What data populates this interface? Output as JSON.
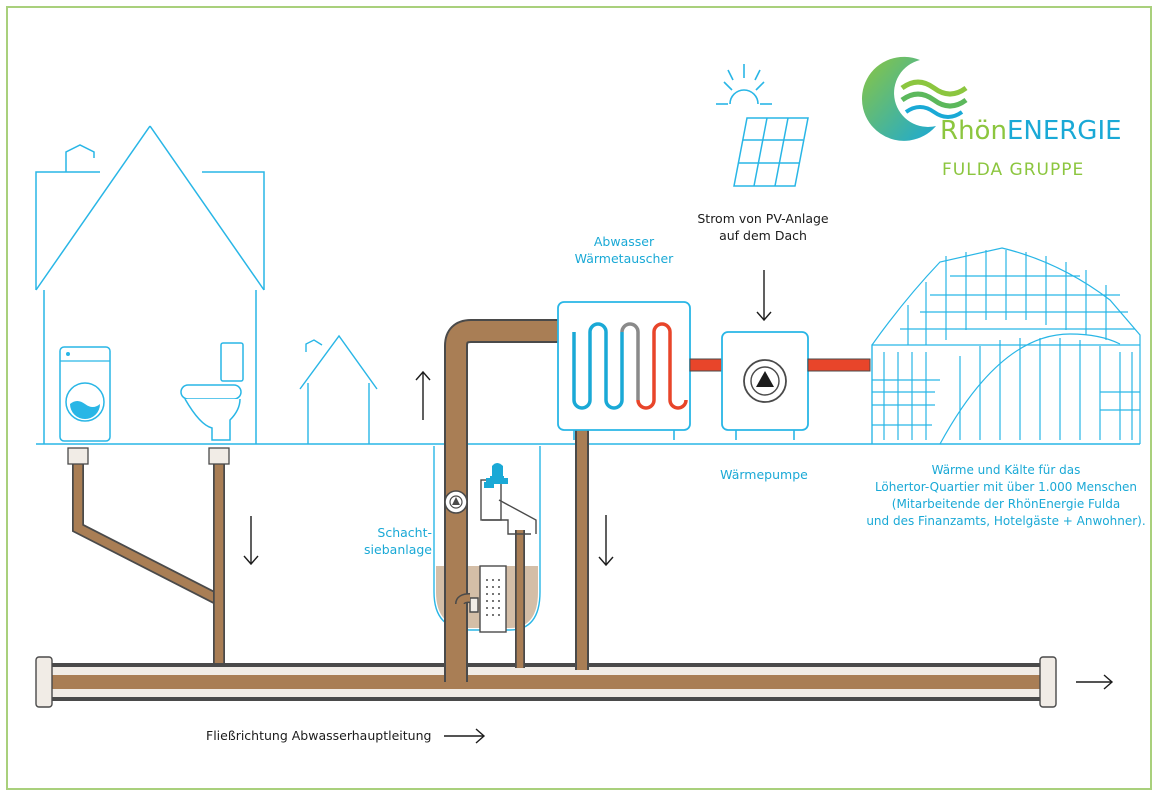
{
  "logo": {
    "name_prefix": "Rhön",
    "name_suffix": "ENERGIE",
    "subtitle": "FULDA GRUPPE"
  },
  "labels": {
    "pv": [
      "Strom von PV-Anlage",
      "auf dem Dach"
    ],
    "heat_exchanger": [
      "Abwasser",
      "Wärmetauscher"
    ],
    "heat_pump": "Wärmepumpe",
    "screen_filter": [
      "Schacht-",
      "siebanlage"
    ],
    "district": [
      "Wärme und Kälte für das",
      "Löhertor-Quartier mit über 1.000 Menschen",
      "(Mitarbeitende der RhönEnergie Fulda",
      "und des Finanzamts, Hotelgäste + Anwohner)."
    ],
    "flow_direction": "Fließrichtung Abwasserhauptleitung"
  },
  "colors": {
    "line_blue": "#29b6e6",
    "pipe_brown": "#a97e55",
    "logo_green": "#8cc63f",
    "logo_blue": "#1aa9d6",
    "hot_red": "#e8452a",
    "frame_green": "#a9d07c"
  }
}
